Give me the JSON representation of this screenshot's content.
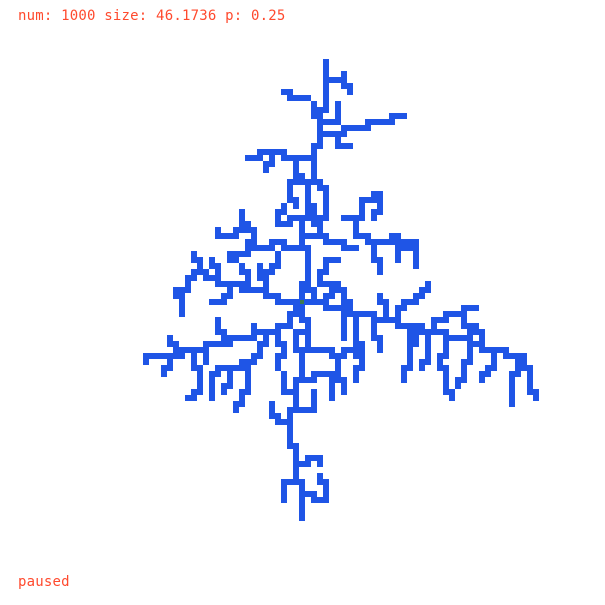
{
  "status_line": "num: 1000 size: 46.1736 p: 0.25",
  "state_text": "paused",
  "colors": {
    "text": "#ff4a2e",
    "particle": "#1f55e6",
    "seed": "#3c7a52",
    "background": "#ffffff"
  },
  "simulation": {
    "num": 1000,
    "size": 46.1736,
    "p": 0.25,
    "state": "paused"
  }
}
